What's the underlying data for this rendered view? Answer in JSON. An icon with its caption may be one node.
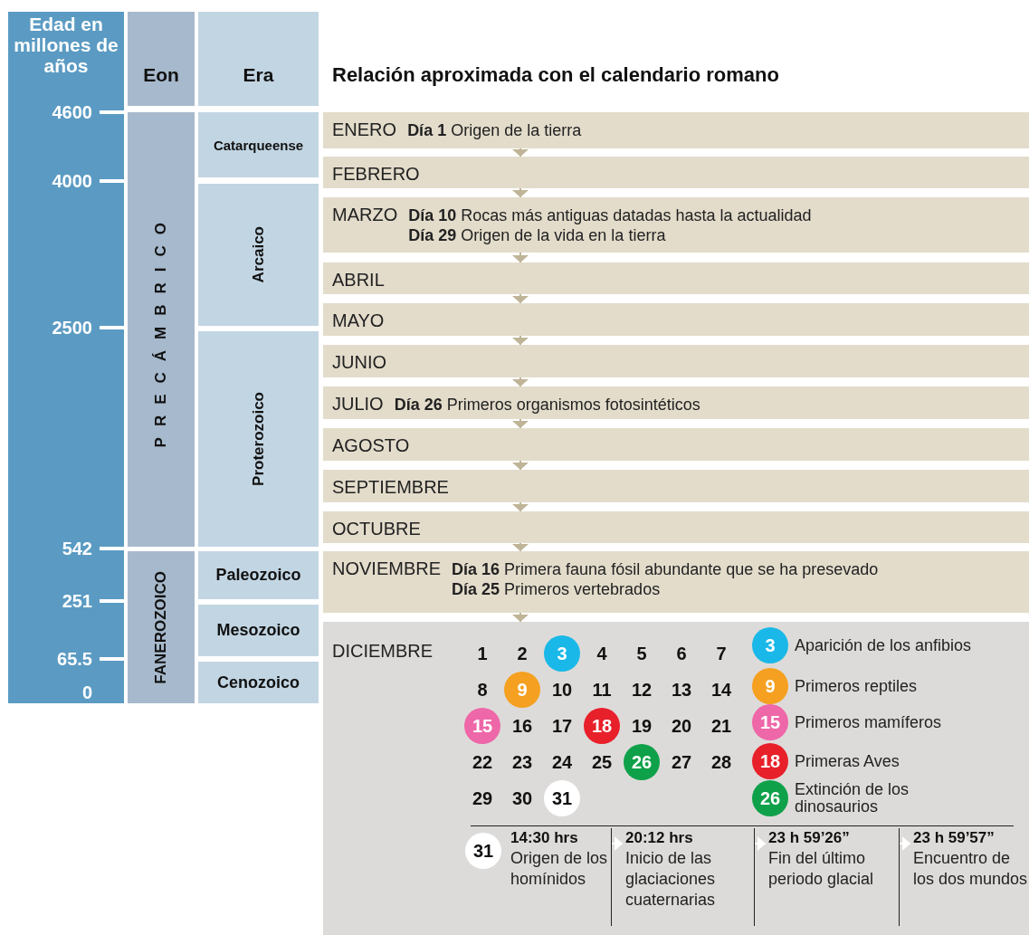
{
  "diagram": {
    "title": "Relación aproximada con el calendario romano",
    "nodes": [
      {
        "text": [
          "Edad en millones de años"
        ]
      },
      {
        "text": [
          "Eon"
        ]
      },
      {
        "text": [
          "Era"
        ]
      },
      {
        "text": [
          "PRECÁMBRICO"
        ]
      },
      {
        "text": [
          "FANEROZOICO"
        ]
      },
      {
        "text": [
          "Catarqueense"
        ]
      },
      {
        "text": [
          "Arcaico"
        ]
      },
      {
        "text": [
          "Proterozoico"
        ]
      },
      {
        "text": [
          "Paleozoico"
        ]
      },
      {
        "text": [
          "Mesozoico"
        ]
      },
      {
        "text": [
          "Cenozoico"
        ]
      },
      {
        "text": [
          "ENERO",
          "**Día 1** Origen de la tierra"
        ]
      },
      {
        "text": [
          "FEBRERO"
        ]
      },
      {
        "text": [
          "MARZO",
          "**Día 10** Rocas más antiguas datadas hasta la actualidad",
          "**Día 29** Origen de la vida en la tierra"
        ]
      },
      {
        "text": [
          "ABRIL"
        ]
      },
      {
        "text": [
          "MAYO"
        ]
      },
      {
        "text": [
          "JUNIO"
        ]
      },
      {
        "text": [
          "JULIO",
          "**Día 26** Primeros organismos fotosintéticos"
        ]
      },
      {
        "text": [
          "AGOSTO"
        ]
      },
      {
        "text": [
          "SEPTIEMBRE"
        ]
      },
      {
        "text": [
          "OCTUBRE"
        ]
      },
      {
        "text": [
          "NOVIEMBRE",
          "**Día 16** Primera fauna fósil abundante que se ha presevado",
          "**Día 25** Primeros vertebrados"
        ]
      },
      {
        "text": [
          "DICIEMBRE"
        ]
      },
      {
        "text": [
          "3"
        ],
        "in": 22
      },
      {
        "text": [
          "9"
        ],
        "in": 22
      },
      {
        "text": [
          "15"
        ],
        "in": 22
      },
      {
        "text": [
          "18"
        ],
        "in": 22
      },
      {
        "text": [
          "26"
        ],
        "in": 22
      },
      {
        "text": [
          "31"
        ],
        "in": 22
      },
      {
        "text": [
          "3"
        ],
        "beside": [
          "Aparición de los anfibios"
        ],
        "in": 22
      },
      {
        "text": [
          "9"
        ],
        "beside": [
          "Primeros reptiles"
        ],
        "in": 22
      },
      {
        "text": [
          "15"
        ],
        "beside": [
          "Primeros mamíferos"
        ],
        "in": 22
      },
      {
        "text": [
          "18"
        ],
        "beside": [
          "Primeras Aves"
        ],
        "in": 22
      },
      {
        "text": [
          "26"
        ],
        "beside": [
          "Extinción de los dinosaurios"
        ],
        "in": 22
      },
      {
        "text": [
          "31"
        ],
        "in": 22
      },
      {
        "text": [
          "14:30 hrs",
          "Origen de los homínidos"
        ],
        "in": 22
      },
      {
        "text": [
          "20:12 hrs",
          "Inicio de las glaciaciones cuaternarias"
        ],
        "in": 22
      },
      {
        "text": [
          "23 h 59’26”",
          "Fin del último periodo glacial"
        ],
        "in": 22
      },
      {
        "text": [
          "23 h 59’57”",
          "Encuentro de los dos mundos"
        ],
        "in": 22
      }
    ],
    "edges": [
      {
        "from": 11,
        "to": 12,
        "arrow": "to"
      },
      {
        "from": 12,
        "to": 13,
        "arrow": "to"
      },
      {
        "from": 13,
        "to": 14,
        "arrow": "to"
      },
      {
        "from": 14,
        "to": 15,
        "arrow": "to"
      },
      {
        "from": 15,
        "to": 16,
        "arrow": "to"
      },
      {
        "from": 16,
        "to": 17,
        "arrow": "to"
      },
      {
        "from": 17,
        "to": 18,
        "arrow": "to"
      },
      {
        "from": 18,
        "to": 19,
        "arrow": "to"
      },
      {
        "from": 19,
        "to": 20,
        "arrow": "to"
      },
      {
        "from": 20,
        "to": 21,
        "arrow": "to"
      },
      {
        "from": 21,
        "to": 22,
        "arrow": "to"
      },
      {
        "from": 35,
        "to": 36,
        "arrow": "to",
        "color": "#ffffff"
      },
      {
        "from": 36,
        "to": 37,
        "arrow": "to",
        "color": "#ffffff"
      },
      {
        "from": 37,
        "to": 38,
        "arrow": "to",
        "color": "#ffffff"
      }
    ],
    "labels": [
      "4600",
      "4000",
      "2500",
      "542",
      "251",
      "65.5",
      "0",
      "1",
      "2",
      "4",
      "5",
      "6",
      "7",
      "8",
      "10",
      "11",
      "12",
      "13",
      "14",
      "16",
      "17",
      "19",
      "20",
      "21",
      "22",
      "23",
      "24",
      "25",
      "27",
      "28",
      "29",
      "30"
    ]
  }
}
